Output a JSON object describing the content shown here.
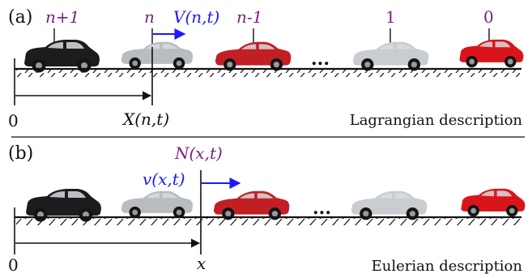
{
  "panel_a": {
    "tag": "(a)",
    "car_labels": [
      "n+1",
      "n",
      "n-1",
      "1",
      "0"
    ],
    "velocity_label": "V(n,t)",
    "origin_label": "0",
    "position_label": "X(n,t)",
    "ellipsis": "...",
    "description": "Lagrangian description"
  },
  "panel_b": {
    "tag": "(b)",
    "flow_label": "N(x,t)",
    "velocity_label": "v(x,t)",
    "origin_label": "0",
    "position_label": "x",
    "ellipsis": "...",
    "description": "Eulerian description"
  },
  "colors": {
    "purple": "#7a1f7e",
    "blue": "#1a1aff",
    "car_black": "#1c1c1e",
    "car_silver": "#b9bcc0",
    "car_red": "#c21f24",
    "car_light_silver": "#c9ccd0",
    "car_bright_red": "#d9151b"
  },
  "icons": [
    "car-icon",
    "arrow-right-icon"
  ]
}
